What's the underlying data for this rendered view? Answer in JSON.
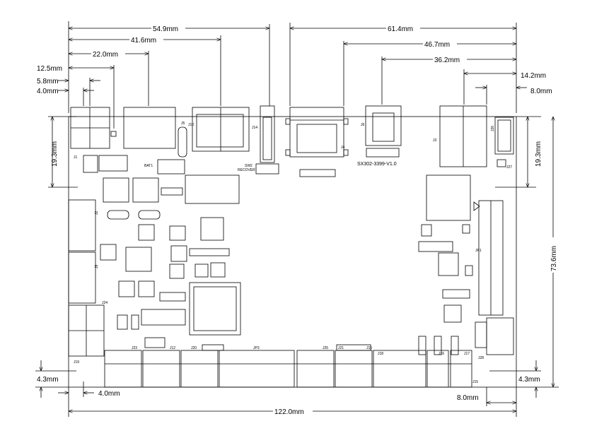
{
  "dimensions": {
    "top_54_9": "54.9mm",
    "top_41_6": "41.6mm",
    "top_22_0": "22.0mm",
    "top_12_5": "12.5mm",
    "top_5_8": "5.8mm",
    "top_4_0": "4.0mm",
    "top_61_4": "61.4mm",
    "top_46_7": "46.7mm",
    "top_36_2": "36.2mm",
    "top_14_2": "14.2mm",
    "top_8_0": "8.0mm",
    "left_19_3": "19.3mm",
    "right_19_3": "19.3mm",
    "right_73_6": "73.6mm",
    "bottom_left_4_3": "4.3mm",
    "bottom_left_4_0": "4.0mm",
    "bottom_right_4_3": "4.3mm",
    "bottom_right_8_0": "8.0mm",
    "bottom_122_0": "122.0mm"
  },
  "labels": {
    "board_name": "SX302-3399-V1.0",
    "bat": "BAT1",
    "sw_recover_1": "SW2",
    "sw_recover_2": "RECOVER",
    "j1": "J1",
    "j5": "J5",
    "j10": "J10",
    "j14": "J14",
    "j6": "J6",
    "j4": "J4",
    "j3": "J3",
    "j26": "J26",
    "j27": "J27",
    "j2": "J2",
    "jp1": "JP1",
    "j9": "J9",
    "j19": "J19",
    "j23": "J23",
    "j12": "J12",
    "j20": "J20",
    "jp3": "JP3",
    "j25": "J25",
    "j15": "J15",
    "j18": "J18",
    "j28": "J28",
    "j16": "J16",
    "j17": "J17",
    "j24": "J24",
    "j21": "J21"
  }
}
